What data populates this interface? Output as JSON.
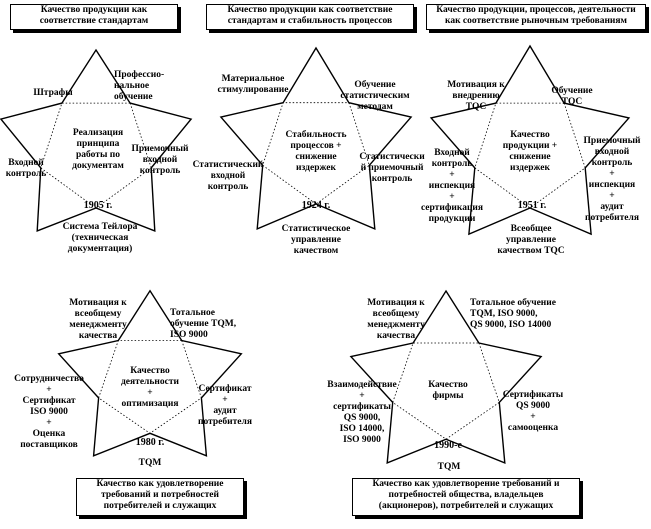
{
  "stages": [
    {
      "header": "Качество продукции как\nсоответствие стандартам",
      "center": "Реализация\nпринципа\nработы по\nдокументам",
      "year": "1905 г.",
      "labels": [
        "Штрафы",
        "Профессио-\nнальное\nобучение",
        "Входной\nконтроль",
        "Приемочный\nвходной\nконтроль"
      ],
      "bottom": "Система Тейлора\n(техническая\nдокументация)"
    },
    {
      "header": "Качество продукции как соответствие\nстандартам и стабильность процессов",
      "center": "Стабильность\nпроцессов +\nснижение\nиздержек",
      "year": "1924 г.",
      "labels": [
        "Материальное\nстимулирование",
        "Обучение\nстатистическим\nметодам",
        "Статистический\nвходной\nконтроль",
        "Статистически\nй приемочный\nконтроль"
      ],
      "bottom": "Статистическое\nуправление\nкачеством"
    },
    {
      "header": "Качество продукции, процессов, деятельности\nкак соответствие рыночным требованиям",
      "center": "Качество\nпродукции +\nснижение\nиздержек",
      "year": "1951 г.",
      "labels": [
        "Мотивация к\nвнедрению\nTQC",
        "Обучение\nTQC",
        "Входной\nконтроль\n+\nинспекция\n+\nсертификация\nпродукции",
        "Приемочный\nвходной\nконтроль\n+\nинспекция\n+\nаудит\nпотребителя"
      ],
      "bottom": "Всеобщее\nуправление\nкачеством TQC"
    },
    {
      "header": "Качество как удовлетворение\nтребований и потребностей\nпотребителей и служащих",
      "center": "Качество\nдеятельности\n+\nоптимизация",
      "year": "1980 г.",
      "labels": [
        "Мотивация к\nвсеобщему\nменеджменту\nкачества",
        "Тотальное\nобучение TQM,\nISO 9000",
        "Сотрудничество\n+\nСертификат\nISO 9000\n+\nОценка\nпоставщиков",
        "Сертификат\n+\nаудит\nпотребителя"
      ],
      "bottom": "TQM"
    },
    {
      "header": "Качество как удовлетворение требований и\nпотребностей общества, владельцев\n(акционеров), потребителей и служащих",
      "center": "Качество\nфирмы",
      "year": "1990-е",
      "labels": [
        "Мотивация к\nвсеобщему\nменеджменту\nкачества",
        "Тотальное обучение\nTQM, ISO 9000,\nQS 9000, ISO 14000",
        "Взаимодействие\n+\nсертификаты\nQS 9000,\nISO 14000,\nISO 9000",
        "Сертификаты\nQS 9000\n+\nсамооценка"
      ],
      "bottom": "TQM"
    }
  ]
}
